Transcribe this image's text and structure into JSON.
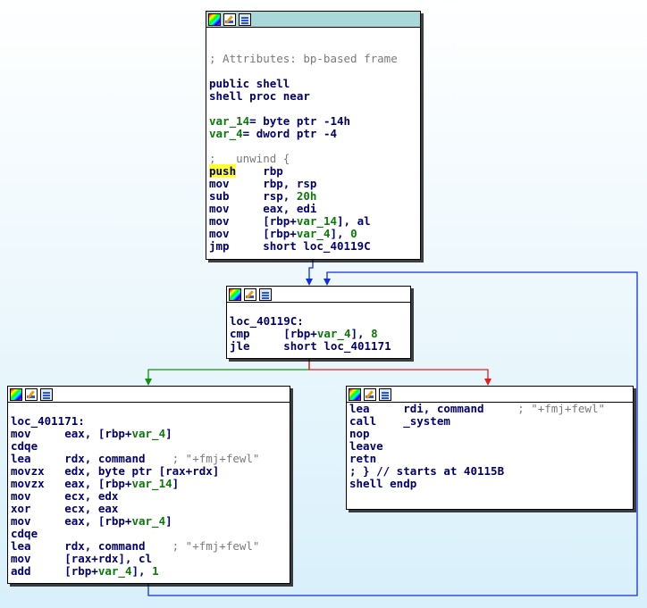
{
  "node_top": {
    "lines": [
      {
        "segs": []
      },
      {
        "segs": []
      },
      {
        "segs": [
          {
            "t": "; Attributes: bp-based frame",
            "c": "cmt"
          }
        ]
      },
      {
        "segs": []
      },
      {
        "segs": [
          {
            "t": "public shell"
          }
        ]
      },
      {
        "segs": [
          {
            "t": "shell proc near"
          }
        ]
      },
      {
        "segs": []
      },
      {
        "segs": [
          {
            "t": "var_14",
            "c": "var"
          },
          {
            "t": "= byte ptr -14h"
          }
        ]
      },
      {
        "segs": [
          {
            "t": "var_4",
            "c": "var"
          },
          {
            "t": "= dword ptr -4"
          }
        ]
      },
      {
        "segs": []
      },
      {
        "segs": [
          {
            "t": "; __unwind {",
            "c": "cmt"
          }
        ]
      },
      {
        "segs": [
          {
            "t": "push",
            "c": "cur"
          },
          {
            "t": "    rbp"
          }
        ]
      },
      {
        "segs": [
          {
            "t": "mov     rbp, rsp"
          }
        ]
      },
      {
        "segs": [
          {
            "t": "sub     rsp, "
          },
          {
            "t": "20h",
            "c": "num"
          }
        ]
      },
      {
        "segs": [
          {
            "t": "mov     eax, edi"
          }
        ]
      },
      {
        "segs": [
          {
            "t": "mov     [rbp+"
          },
          {
            "t": "var_14",
            "c": "var"
          },
          {
            "t": "], al"
          }
        ]
      },
      {
        "segs": [
          {
            "t": "mov     [rbp+"
          },
          {
            "t": "var_4",
            "c": "var"
          },
          {
            "t": "], "
          },
          {
            "t": "0",
            "c": "num"
          }
        ]
      },
      {
        "segs": [
          {
            "t": "jmp     short loc_40119C"
          }
        ]
      }
    ]
  },
  "node_mid": {
    "lines": [
      {
        "segs": []
      },
      {
        "segs": [
          {
            "t": "loc_40119C:"
          }
        ]
      },
      {
        "segs": [
          {
            "t": "cmp     [rbp+"
          },
          {
            "t": "var_4",
            "c": "var"
          },
          {
            "t": "], "
          },
          {
            "t": "8",
            "c": "num"
          }
        ]
      },
      {
        "segs": [
          {
            "t": "jle     short loc_401171"
          }
        ]
      }
    ]
  },
  "node_left": {
    "lines": [
      {
        "segs": []
      },
      {
        "segs": [
          {
            "t": "loc_401171:"
          }
        ]
      },
      {
        "segs": [
          {
            "t": "mov     eax, [rbp+"
          },
          {
            "t": "var_4",
            "c": "var"
          },
          {
            "t": "]"
          }
        ]
      },
      {
        "segs": [
          {
            "t": "cdqe"
          }
        ]
      },
      {
        "segs": [
          {
            "t": "lea     rdx, command    "
          },
          {
            "t": "; \"+fmj+fewl\"",
            "c": "str"
          }
        ]
      },
      {
        "segs": [
          {
            "t": "movzx   edx, byte ptr [rax+rdx]"
          }
        ]
      },
      {
        "segs": [
          {
            "t": "movzx   eax, [rbp+"
          },
          {
            "t": "var_14",
            "c": "var"
          },
          {
            "t": "]"
          }
        ]
      },
      {
        "segs": [
          {
            "t": "mov     ecx, edx"
          }
        ]
      },
      {
        "segs": [
          {
            "t": "xor     ecx, eax"
          }
        ]
      },
      {
        "segs": [
          {
            "t": "mov     eax, [rbp+"
          },
          {
            "t": "var_4",
            "c": "var"
          },
          {
            "t": "]"
          }
        ]
      },
      {
        "segs": [
          {
            "t": "cdqe"
          }
        ]
      },
      {
        "segs": [
          {
            "t": "lea     rdx, command    "
          },
          {
            "t": "; \"+fmj+fewl\"",
            "c": "str"
          }
        ]
      },
      {
        "segs": [
          {
            "t": "mov     [rax+rdx], cl"
          }
        ]
      },
      {
        "segs": [
          {
            "t": "add     [rbp+"
          },
          {
            "t": "var_4",
            "c": "var"
          },
          {
            "t": "], "
          },
          {
            "t": "1",
            "c": "num"
          }
        ]
      }
    ]
  },
  "node_right": {
    "lines": [
      {
        "segs": [
          {
            "t": "lea     rdi, command     "
          },
          {
            "t": "; \"+fmj+fewl\"",
            "c": "str"
          }
        ]
      },
      {
        "segs": [
          {
            "t": "call    _system"
          }
        ]
      },
      {
        "segs": [
          {
            "t": "nop"
          }
        ]
      },
      {
        "segs": [
          {
            "t": "leave"
          }
        ]
      },
      {
        "segs": [
          {
            "t": "retn"
          }
        ]
      },
      {
        "segs": [
          {
            "t": "; } // starts at 40115B"
          }
        ]
      },
      {
        "segs": [
          {
            "t": "shell endp"
          }
        ]
      }
    ]
  },
  "header_icons": [
    "color-icon",
    "rename-icon",
    "graph-icon"
  ],
  "colors": {
    "edge_unconditional": "#1030e0",
    "edge_true": "#109010",
    "edge_false": "#e02020",
    "code_text": "#00006e",
    "highlight": "#ffff30"
  }
}
